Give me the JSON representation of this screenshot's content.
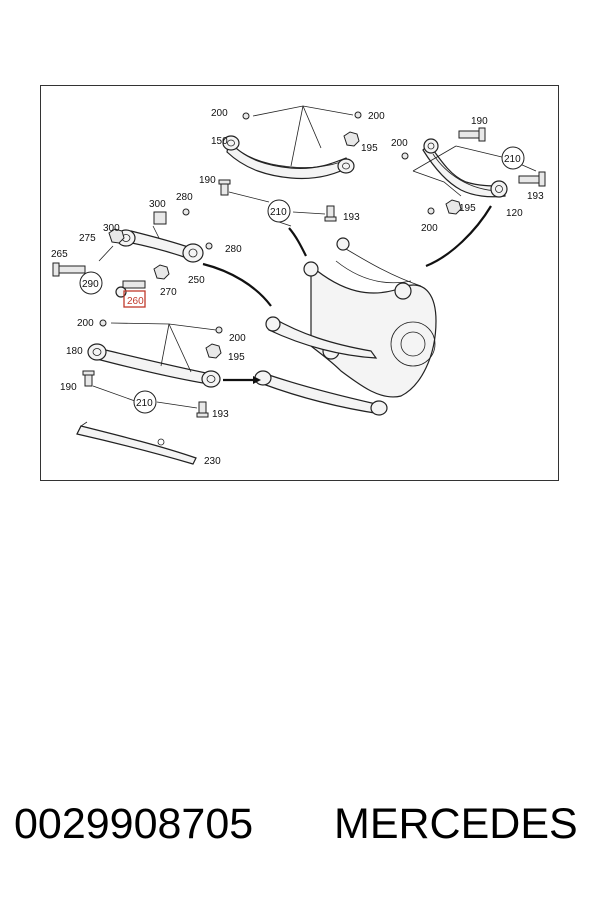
{
  "diagram": {
    "labels": {
      "l200a": "200",
      "l200b": "200",
      "l150": "150",
      "l195a": "195",
      "l190a": "190",
      "l210a": "210",
      "l193a": "193",
      "l190b": "190",
      "l200c": "200",
      "l210b": "210",
      "l195b": "195",
      "l193b": "193",
      "l200d": "200",
      "l120": "120",
      "l300a": "300",
      "l280a": "280",
      "l300b": "300",
      "l275": "275",
      "l265": "265",
      "l280b": "280",
      "l290": "290",
      "l250": "250",
      "l270": "270",
      "l260": "260",
      "l200e": "200",
      "l200f": "200",
      "l180": "180",
      "l195c": "195",
      "l190c": "190",
      "l210c": "210",
      "l193c": "193",
      "l230": "230"
    }
  },
  "caption": {
    "part_number": "0029908705",
    "brand": "MERCEDES"
  }
}
